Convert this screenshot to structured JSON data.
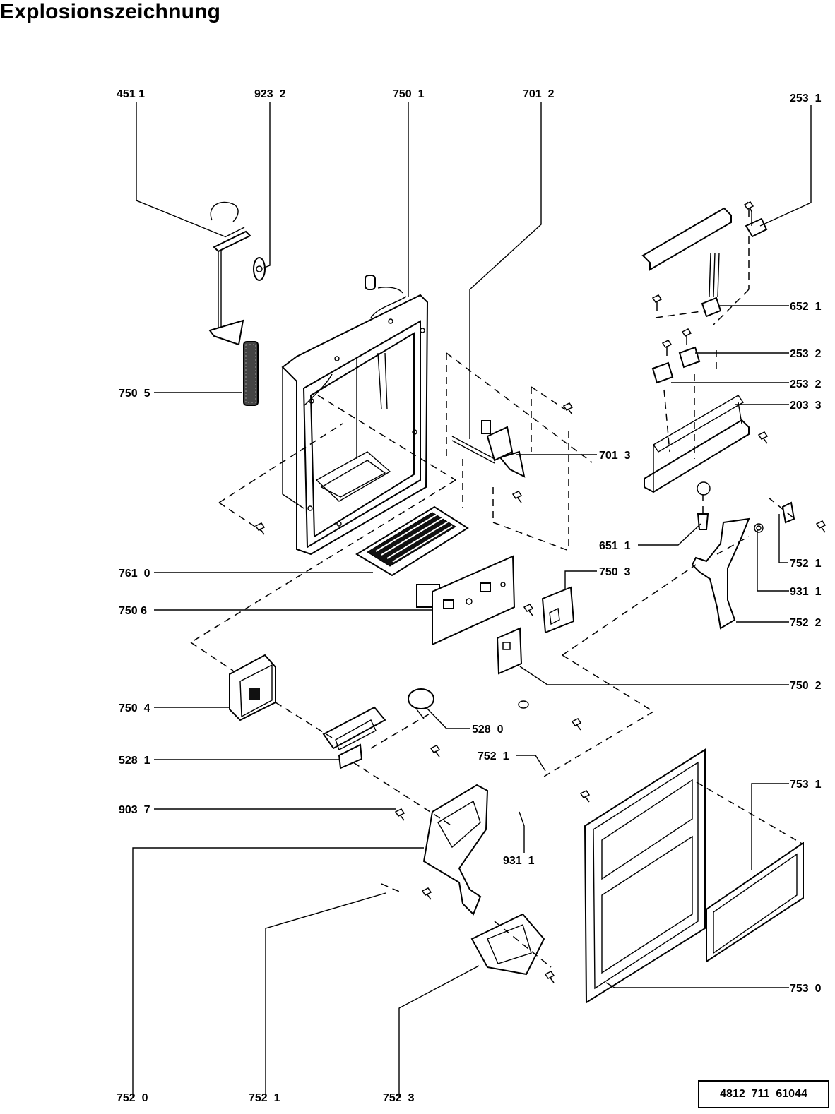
{
  "title": "Explosionszeichnung",
  "catalog_number": "4812  711  61044",
  "parts": [
    {
      "label": "451 1"
    },
    {
      "label": "923  2"
    },
    {
      "label": "750  1"
    },
    {
      "label": "701  2"
    },
    {
      "label": "253  1"
    },
    {
      "label": "652  1"
    },
    {
      "label": "253  2"
    },
    {
      "label": "253  2"
    },
    {
      "label": "203  3"
    },
    {
      "label": "750  5"
    },
    {
      "label": "701  3"
    },
    {
      "label": "651  1"
    },
    {
      "label": "752  1"
    },
    {
      "label": "761  0"
    },
    {
      "label": "750  3"
    },
    {
      "label": "931  1"
    },
    {
      "label": "750 6"
    },
    {
      "label": "752  2"
    },
    {
      "label": "750  2"
    },
    {
      "label": "750  4"
    },
    {
      "label": "528  0"
    },
    {
      "label": "528  1"
    },
    {
      "label": "752  1"
    },
    {
      "label": "753  1"
    },
    {
      "label": "903  7"
    },
    {
      "label": "931  1"
    },
    {
      "label": "753  0"
    },
    {
      "label": "752  0"
    },
    {
      "label": "752  1"
    },
    {
      "label": "752  3"
    }
  ]
}
